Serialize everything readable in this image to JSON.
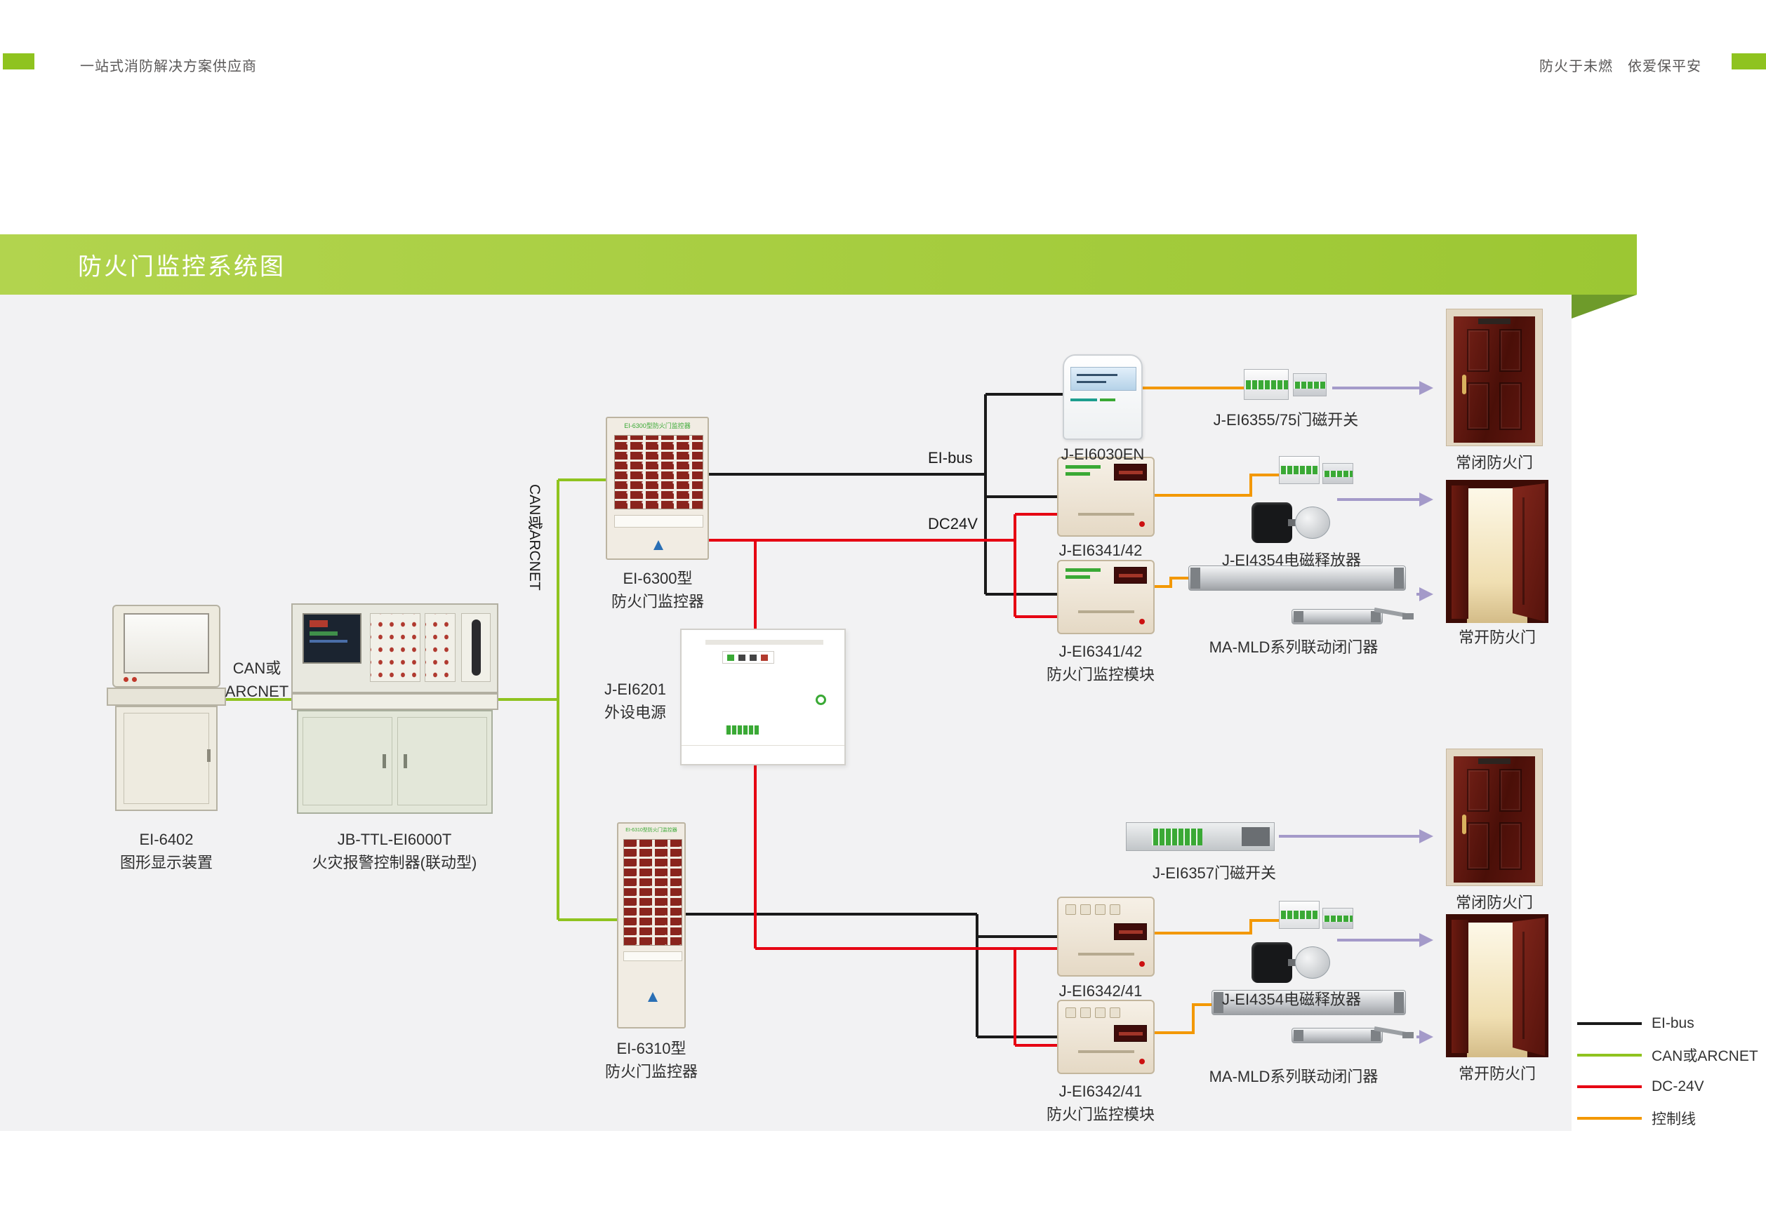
{
  "header": {
    "left_tagline": "一站式消防解决方案供应商",
    "right_tagline": "防火于未燃　依爱保平安"
  },
  "banner": {
    "title": "防火门监控系统图"
  },
  "net_labels": {
    "can_arcnet_vertical": "CAN或ARCNET",
    "can_arcnet_line1": "CAN或",
    "can_arcnet_line2": "ARCNET",
    "ei_bus": "EI-bus",
    "dc24v": "DC24V"
  },
  "devices": {
    "ei6402": {
      "model": "EI-6402",
      "desc": "图形显示装置"
    },
    "jb6000t": {
      "model": "JB-TTL-EI6000T",
      "desc": "火灾报警控制器(联动型)"
    },
    "ei6300": {
      "model": "EI-6300型",
      "desc": "防火门监控器",
      "panel_header": "EI-6300型防火门监控器"
    },
    "ei6201": {
      "model": "J-EI6201",
      "desc": "外设电源"
    },
    "ei6310": {
      "model": "EI-6310型",
      "desc": "防火门监控器",
      "panel_header": "EI-6310型防火门监控器"
    },
    "ei6030en": {
      "model": "J-EI6030EN"
    },
    "mod6341a": {
      "model": "J-EI6341/42"
    },
    "mod6341b": {
      "model": "J-EI6341/42",
      "desc": "防火门监控模块"
    },
    "mod6342a": {
      "model": "J-EI6342/41"
    },
    "mod6342b": {
      "model": "J-EI6342/41",
      "desc": "防火门监控模块"
    },
    "sw6355": {
      "label": "J-EI6355/75门磁开关"
    },
    "rel4354_top": {
      "label": "J-EI4354电磁释放器"
    },
    "closer_top": {
      "label": "MA-MLD系列联动闭门器"
    },
    "sw6357": {
      "label": "J-EI6357门磁开关"
    },
    "rel4354_bottom": {
      "label": "J-EI4354电磁释放器"
    },
    "closer_bottom": {
      "label": "MA-MLD系列联动闭门器"
    }
  },
  "doors": {
    "d1": "常闭防火门",
    "d2": "常开防火门",
    "d3": "常闭防火门",
    "d4": "常开防火门"
  },
  "legend": {
    "items": [
      {
        "label": "EI-bus",
        "color": "#1a1a1a"
      },
      {
        "label": "CAN或ARCNET",
        "color": "#8fc31f"
      },
      {
        "label": "DC-24V",
        "color": "#e60012"
      },
      {
        "label": "控制线",
        "color": "#f39800"
      }
    ]
  },
  "colors": {
    "accent_green": "#8fc31f",
    "banner_green": "#a3cc3a",
    "fold_green": "#6e9b2a",
    "bus_black": "#1a1a1a",
    "dc_red": "#e60012",
    "control_orange": "#f39800",
    "arrow_purple": "#a49ac9",
    "diagram_bg": "#f2f2f3"
  }
}
